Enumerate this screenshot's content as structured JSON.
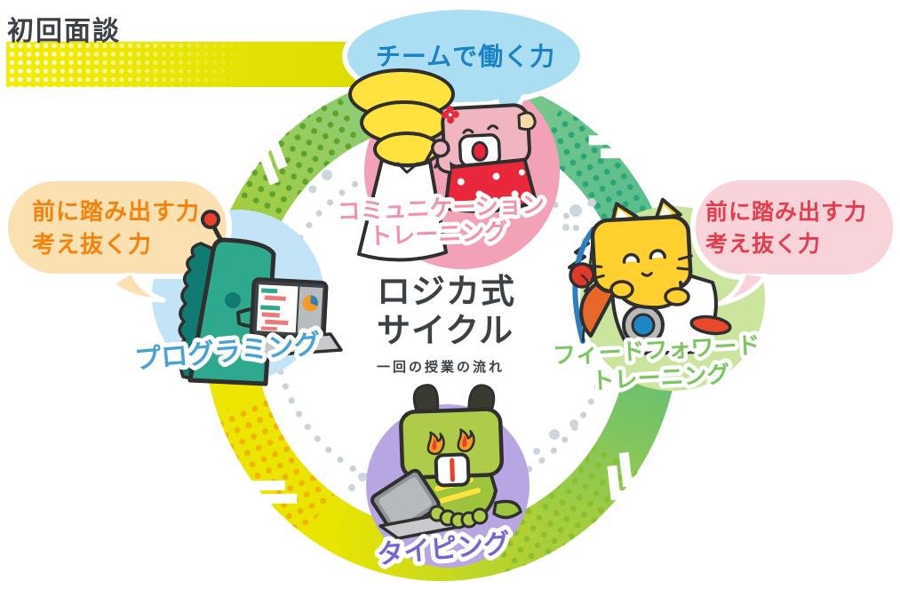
{
  "header": {
    "title": "初回面談"
  },
  "center": {
    "line1": "ロジカ式",
    "line2": "サイクル",
    "subtitle": "一回の授業の流れ"
  },
  "steps": {
    "communication": {
      "bubble": "チームで働く力",
      "label1": "コミュニケーション",
      "label2": "トレーニング"
    },
    "feedforward": {
      "bubble1": "前に踏み出す力",
      "bubble2": "考え抜く力",
      "label1": "フィードフォワード",
      "label2": "トレーニング"
    },
    "typing": {
      "label": "タイピング"
    },
    "programming": {
      "bubble1": "前に踏み出す力",
      "bubble2": "考え抜く力",
      "label": "プログラミング"
    }
  },
  "cycle": {
    "direction": "clockwise",
    "steps_order": [
      "communication",
      "feedforward",
      "typing",
      "programming"
    ]
  },
  "colors": {
    "title_dark": "#3b4145",
    "band_yellow": "#efe700",
    "ring_yellow": "#ece600",
    "ring_yellow_green": "#a6cd39",
    "ring_light_green": "#84cc8b",
    "ring_teal_green": "#4eb98c",
    "inner_dots_gray": "#c9d2d9",
    "circle_pink": "#f2a1b6",
    "circle_green": "#cbe49e",
    "circle_purple": "#b7a6e1",
    "circle_blue": "#c2e4f6",
    "bubble_blue_fill": "#abdef3",
    "bubble_blue_text": "#1b82c6",
    "bubble_pink_fill": "#f9d3da",
    "bubble_pink_text": "#e73b4f",
    "bubble_orange_fill": "#fbe0b2",
    "bubble_orange_text": "#f5820d",
    "label_communication": "#f392ad",
    "label_feedforward": "#7cc561",
    "label_typing": "#7566d8",
    "label_programming": "#49a1d8"
  }
}
